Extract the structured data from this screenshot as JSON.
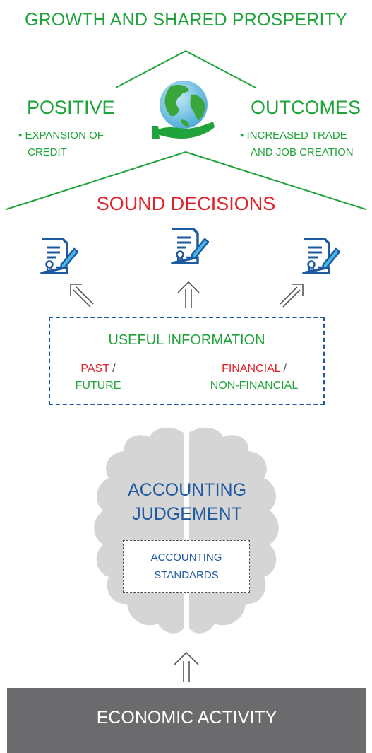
{
  "title": "GROWTH AND SHARED PROSPERITY",
  "outcomes": {
    "positive_label": "POSITIVE",
    "outcomes_label": "OUTCOMES",
    "left_bullet_lines": [
      "▪ EXPANSION OF",
      "CREDIT"
    ],
    "right_bullet_lines": [
      "▪ INCREASED TRADE",
      "AND JOB CREATION"
    ]
  },
  "decisions": {
    "label": "SOUND DECISIONS"
  },
  "information": {
    "label": "USEFUL INFORMATION",
    "past": "PAST",
    "future": "FUTURE",
    "financial": "FINANCIAL",
    "non_financial": "NON-FINANCIAL",
    "separator": " /"
  },
  "judgement": {
    "lines": [
      "ACCOUNTING",
      "JUDGEMENT"
    ],
    "standards_lines": [
      "ACCOUNTING",
      "STANDARDS"
    ]
  },
  "economic_activity": "ECONOMIC ACTIVITY",
  "colors": {
    "green": "#1fa33a",
    "red": "#e0222b",
    "blue": "#1e5aa0",
    "brain_grey": "#d6d5d5",
    "bar_grey": "#6b6b6d"
  },
  "icons": [
    "globe-in-hand-icon",
    "document-certificate-icon",
    "arrow-up-icon",
    "arrow-up-left-icon",
    "arrow-up-right-icon",
    "brain-icon"
  ]
}
